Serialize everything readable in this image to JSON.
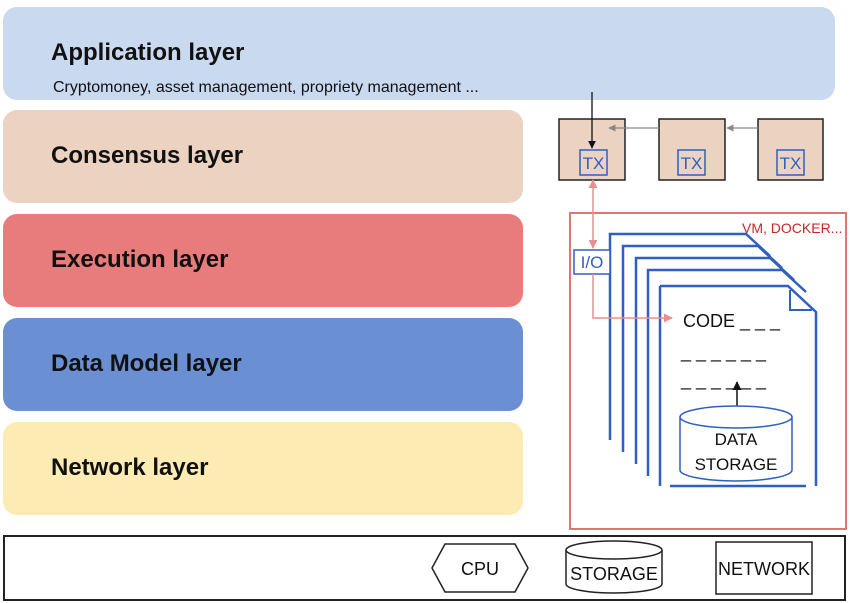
{
  "layers": {
    "application": {
      "title": "Application layer",
      "subtitle": "Cryptomoney,  asset management, propriety management ..."
    },
    "consensus": {
      "title": "Consensus layer"
    },
    "execution": {
      "title": "Execution layer"
    },
    "datamodel": {
      "title": "Data Model layer"
    },
    "network": {
      "title": "Network layer"
    }
  },
  "transactions": {
    "label": "TX",
    "count": 3
  },
  "vm_box": {
    "label": "VM, DOCKER...",
    "io_label": "I/O",
    "code_label": "CODE _ _ _",
    "dash_line_1": "_ _ _ _ _ _",
    "dash_line_2": "_ _ _ _ _ _",
    "storage_line_1": "DATA",
    "storage_line_2": "STORAGE"
  },
  "hardware": {
    "cpu": "CPU",
    "storage": "STORAGE",
    "network": "NETWORK"
  },
  "colors": {
    "application": "#c9d9f0",
    "consensus": "#ecd3c1",
    "execution": "#e87b7b",
    "datamodel": "#6a8fd3",
    "network": "#fcebb2",
    "vm_border": "#e57373",
    "doc_blue": "#2f5fc0"
  }
}
